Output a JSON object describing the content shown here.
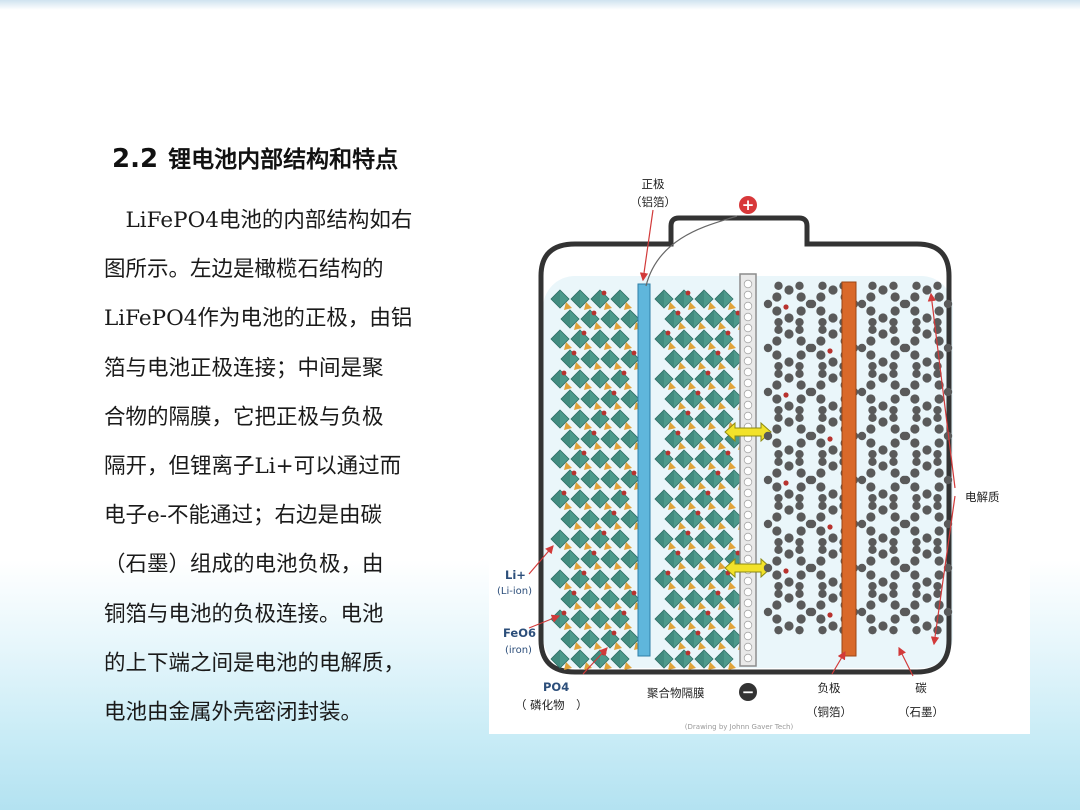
{
  "slide": {
    "number": "2.2",
    "title": "锂电池内部结构和特点",
    "paragraph_lines": [
      "　LiFePO4电池的内部结构如右",
      "图所示。左边是橄榄石结构的",
      "LiFePO4作为电池的正极，由铝",
      "箔与电池正极连接；中间是聚",
      "合物的隔膜，它把正极与负极",
      "隔开，但锂离子Li+可以通过而",
      "电子e-不能通过；右边是由碳",
      "（石墨）组成的电池负极，由",
      "铜箔与电池的负极连接。电池",
      "的上下端之间是电池的电解质，",
      "电池由金属外壳密闭封装。"
    ]
  },
  "diagram": {
    "labels": {
      "cathode": "正极",
      "cathode_foil": "（铝箔）",
      "plus": "+",
      "minus": "−",
      "electrolyte": "电解质",
      "li": "Li+",
      "li_en": "(Li-ion)",
      "feo": "FeO6",
      "feo_en": "(iron)",
      "po": "PO4",
      "po_en": "（ 磷化物　）",
      "separator": "聚合物隔膜",
      "anode": "负极",
      "anode_foil": "（铜箔）",
      "carbon": "碳",
      "graphite": "（石墨）",
      "credit": "(Drawing by Johnn Gaver Tech)"
    },
    "colors": {
      "aluminum_foil": "#5fb6dc",
      "copper_foil": "#d9692a",
      "crystal": "#4e9a8c",
      "crystal_dark": "#2f6f66",
      "po4": "#e0a33a",
      "li_ion": "#b8322e",
      "carbon": "#5a5a5a",
      "arrow": "#f2e22a",
      "leader": "#d23a3a",
      "plus_circle": "#d8383a"
    }
  }
}
